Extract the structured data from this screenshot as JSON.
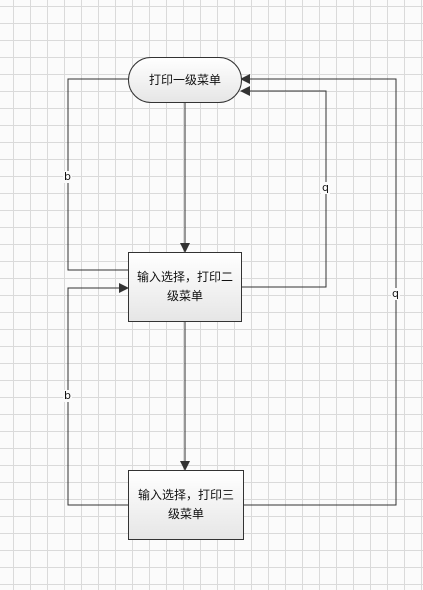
{
  "nodes": {
    "menu1": "打印一级菜单",
    "menu2": "输入选择，打印二级菜单",
    "menu3": "输入选择，打印三级菜单"
  },
  "edges": {
    "back_label_1": "b",
    "quit_label_1": "q",
    "back_label_2": "b",
    "quit_label_2": "q"
  }
}
